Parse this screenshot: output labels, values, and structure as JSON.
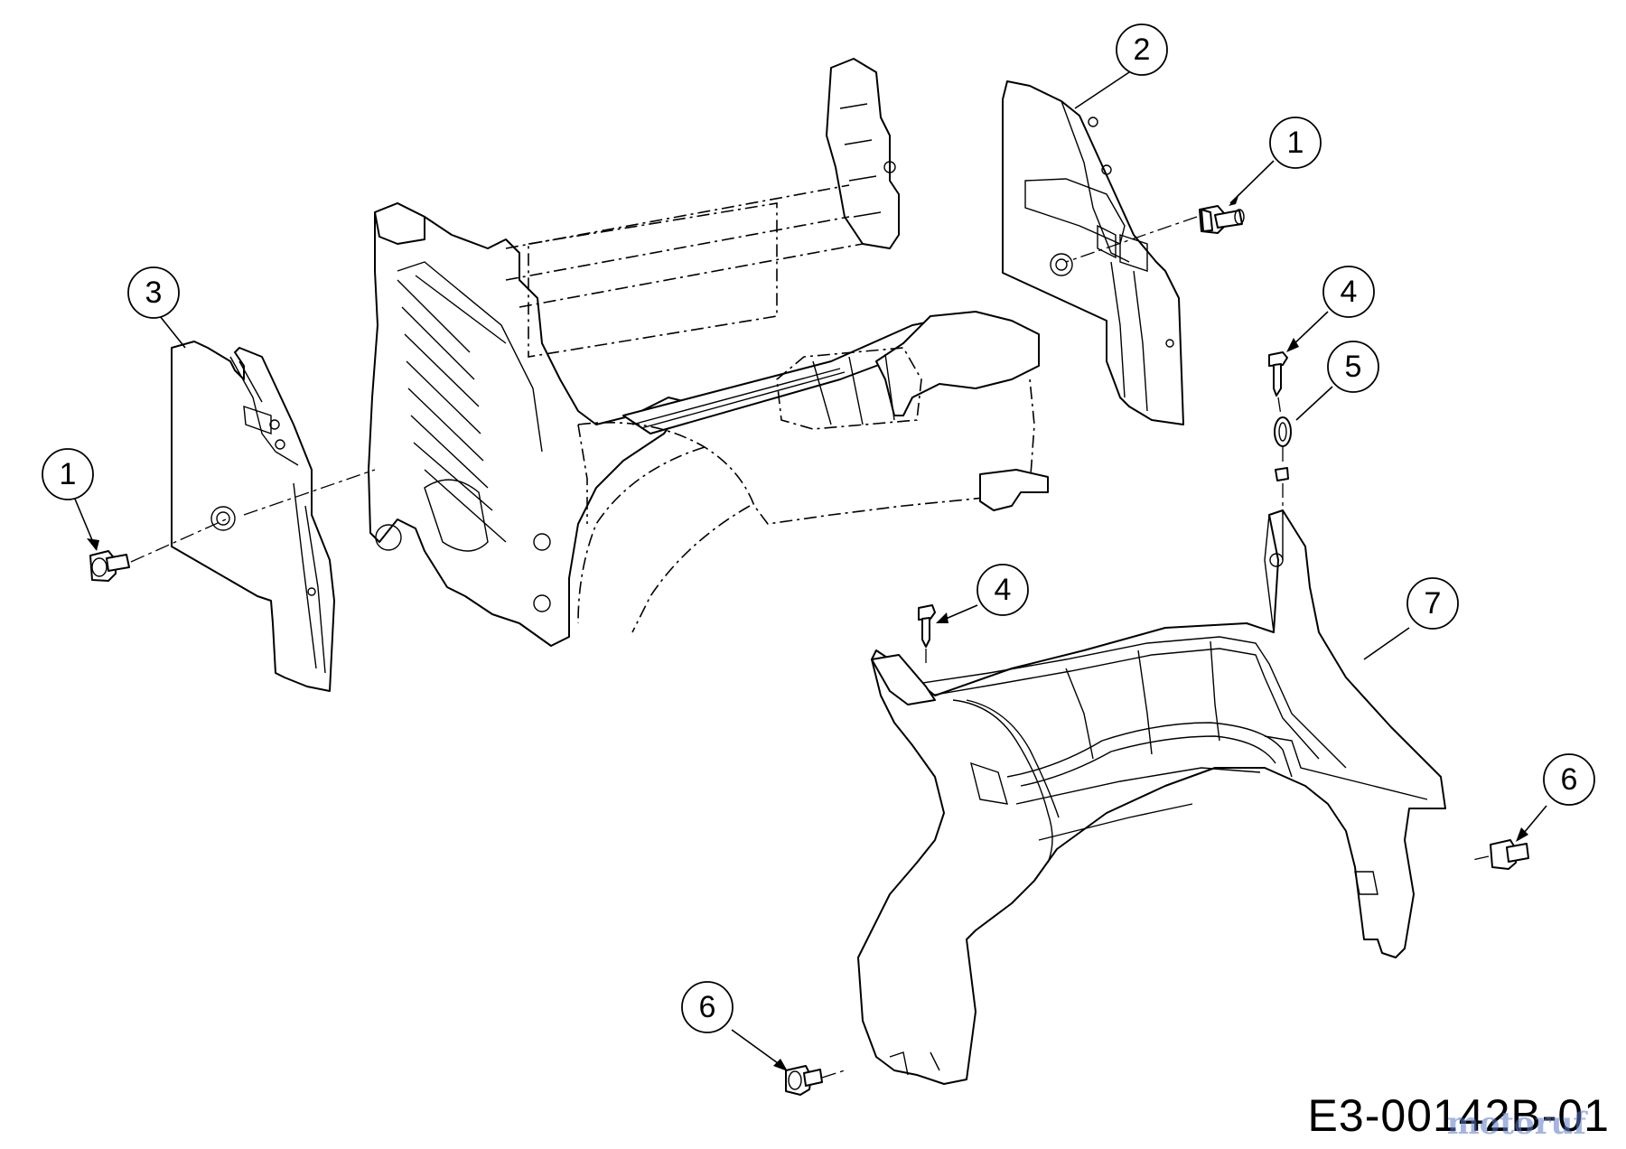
{
  "drawing_code": "E3-00142B-01",
  "watermark": "motoruf",
  "callouts": [
    {
      "id": "c2",
      "label": "2"
    },
    {
      "id": "c1-right",
      "label": "1"
    },
    {
      "id": "c3",
      "label": "3"
    },
    {
      "id": "c1-left",
      "label": "1"
    },
    {
      "id": "c4-top",
      "label": "4"
    },
    {
      "id": "c5",
      "label": "5"
    },
    {
      "id": "c4-mid",
      "label": "4"
    },
    {
      "id": "c7",
      "label": "7"
    },
    {
      "id": "c6-right",
      "label": "6"
    },
    {
      "id": "c6-bottom",
      "label": "6"
    }
  ],
  "colors": {
    "line": "#000000",
    "background": "#ffffff",
    "watermark": "#5a78c8"
  }
}
